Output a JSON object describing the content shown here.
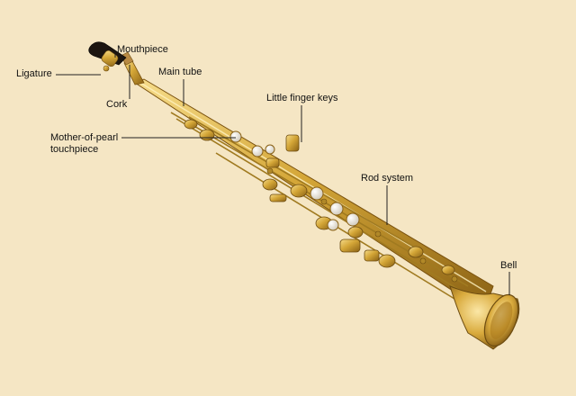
{
  "diagram": {
    "colors": {
      "background": "#f5e6c4",
      "brass": "#c99a2e",
      "brass_light": "#f1d27a",
      "brass_dark": "#8a6114",
      "mouthpiece": "#1c1510",
      "pearl": "#e8e4dc",
      "leader_line": "#222222"
    },
    "labels": {
      "mouthpiece": "Mouthpiece",
      "ligature": "Ligature",
      "main_tube": "Main tube",
      "cork": "Cork",
      "little_finger_keys": "Little finger keys",
      "mother_of_pearl_line1": "Mother-of-pearl",
      "mother_of_pearl_line2": "touchpiece",
      "rod_system": "Rod system",
      "bell": "Bell"
    }
  }
}
